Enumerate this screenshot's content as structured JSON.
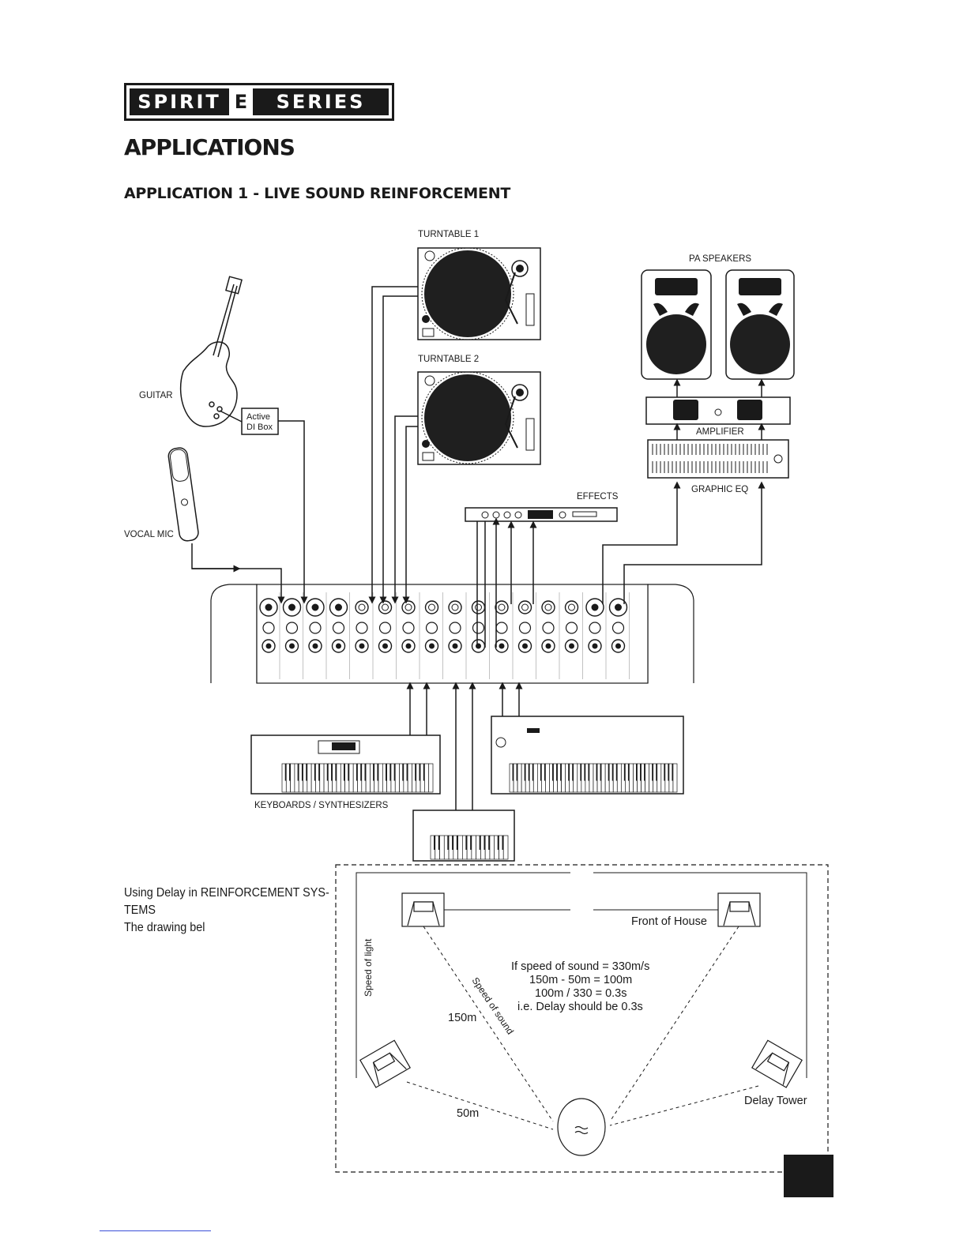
{
  "logo": {
    "part1": "SPIRIT",
    "part2": "E",
    "part3": "SERIES"
  },
  "heading": "APPLICATIONS",
  "subheading": "APPLICATION 1 - LIVE SOUND REINFORCEMENT",
  "diagram_labels": {
    "turntable1": "TURNTABLE 1",
    "turntable2": "TURNTABLE 2",
    "pa_speakers": "PA SPEAKERS",
    "amplifier": "AMPLIFIER",
    "graphic_eq": "GRAPHIC EQ",
    "effects": "EFFECTS",
    "guitar": "GUITAR",
    "di_box_line1": "Active",
    "di_box_line2": "DI Box",
    "vocal_mic": "VOCAL MIC",
    "keyboards": "KEYBOARDS / SYNTHESIZERS"
  },
  "body_text": {
    "line1": "Using Delay in REINFORCEMENT SYS-",
    "line2": "TEMS",
    "line3": "The drawing bel"
  },
  "delay_diagram": {
    "front_of_house": "Front of House",
    "speed_of_light": "Speed of light",
    "speed_of_sound": "Speed of sound",
    "calc_line1": "If speed of sound = 330m/s",
    "calc_line2": "150m - 50m = 100m",
    "calc_line3": "100m / 330 = 0.3s",
    "calc_line4": "i.e. Delay should be 0.3s",
    "dist_150": "150m",
    "dist_50": "50m",
    "delay_tower": "Delay Tower"
  }
}
